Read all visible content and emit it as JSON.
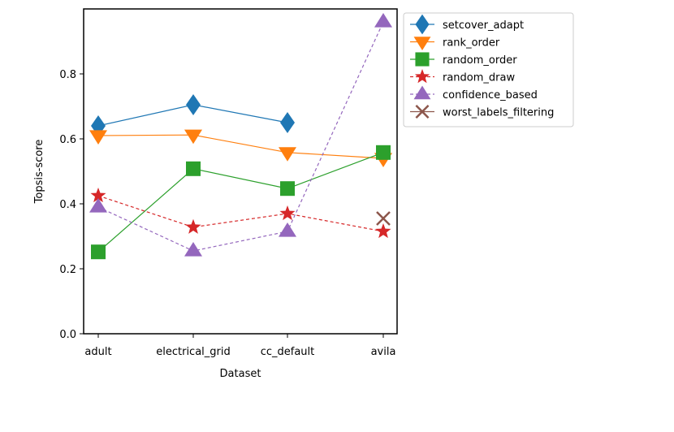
{
  "chart_data": {
    "type": "line",
    "title": "",
    "xlabel": "Dataset",
    "ylabel": "Topsis-score",
    "categories": [
      "adult",
      "electrical_grid",
      "cc_default",
      "avila"
    ],
    "ylim": [
      0.0,
      1.0
    ],
    "yticks": [
      "0.0",
      "0.2",
      "0.4",
      "0.6",
      "0.8"
    ],
    "grid": false,
    "legend_position": "outside-top-right",
    "series": [
      {
        "name": "setcover_adapt",
        "color": "#1f77b4",
        "marker": "diamond",
        "dashed": false,
        "values": [
          0.64,
          0.705,
          0.65,
          null
        ]
      },
      {
        "name": "rank_order",
        "color": "#ff7f0e",
        "marker": "triangle-down",
        "dashed": false,
        "values": [
          0.61,
          0.612,
          0.558,
          0.54
        ]
      },
      {
        "name": "random_order",
        "color": "#2ca02c",
        "marker": "square",
        "dashed": false,
        "values": [
          0.252,
          0.508,
          0.447,
          0.558
        ]
      },
      {
        "name": "random_draw",
        "color": "#d62728",
        "marker": "star",
        "dashed": true,
        "values": [
          0.425,
          0.328,
          0.37,
          0.315
        ]
      },
      {
        "name": "confidence_based",
        "color": "#9467bd",
        "marker": "triangle-up",
        "dashed": true,
        "values": [
          0.39,
          0.255,
          0.315,
          0.96
        ]
      },
      {
        "name": "worst_labels_filtering",
        "color": "#8c564b",
        "marker": "x",
        "dashed": false,
        "values": [
          null,
          null,
          null,
          0.355
        ]
      }
    ]
  }
}
